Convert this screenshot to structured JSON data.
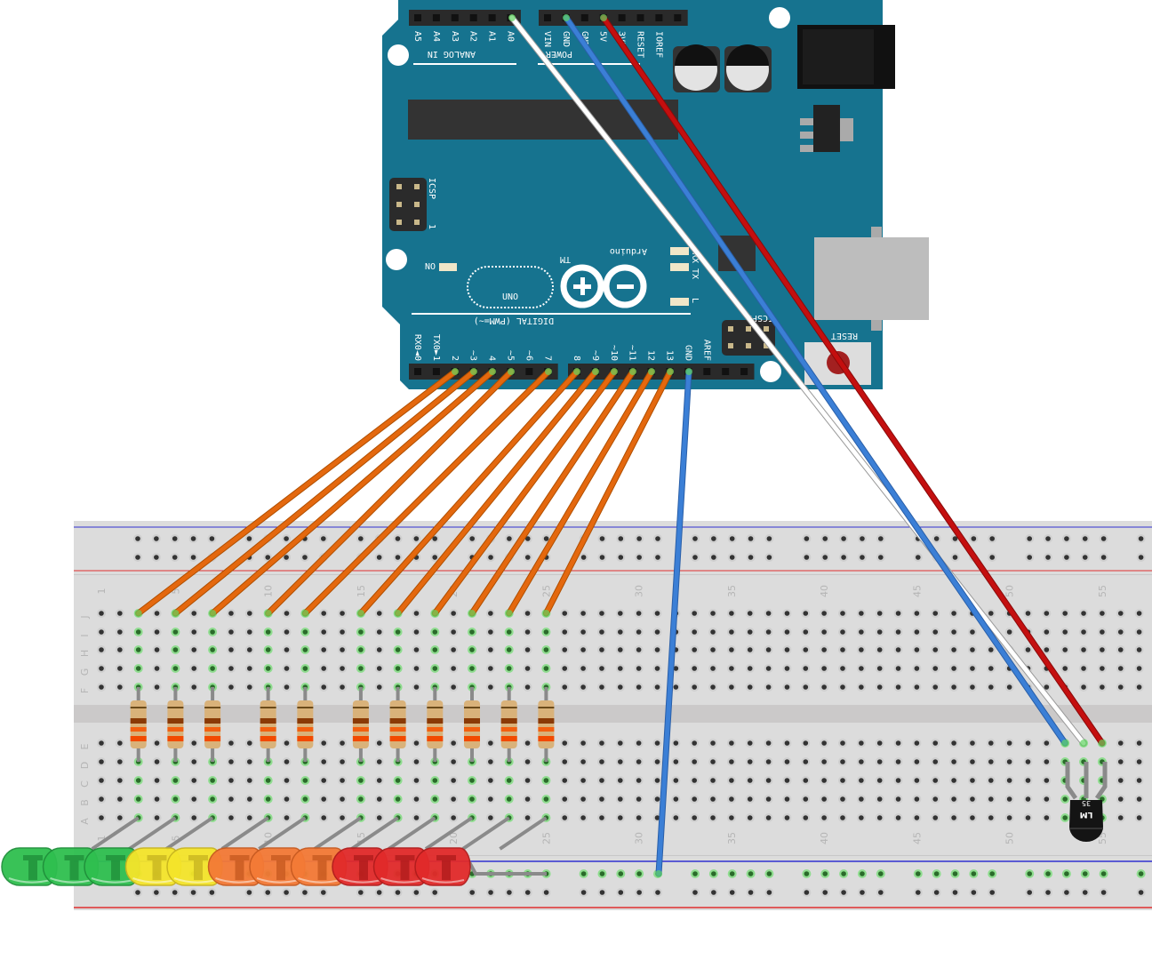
{
  "arduino": {
    "analog_header_labels": [
      "A5",
      "A4",
      "A3",
      "A2",
      "A1",
      "A0"
    ],
    "power_header_labels": [
      "VIN",
      "GND",
      "GND",
      "5V",
      "3V3",
      "RESET",
      "IOREF",
      ""
    ],
    "digital_header_labels": [
      "RX0◄0",
      "TX0►1",
      "2",
      "~3",
      "4",
      "~5",
      "~6",
      "7",
      "8",
      "~9",
      "~10",
      "~11",
      "12",
      "13",
      "GND",
      "AREF",
      "",
      ""
    ],
    "analog_in_label": "ANALOG IN",
    "power_label": "POWER",
    "digital_label": "DIGITAL (PWM=~)",
    "brand": "Arduino",
    "trademark": "TM",
    "model": "UNO",
    "icsp_label": "ICSP",
    "icsp2_label": "ICSP2",
    "icsp_pin1": "1",
    "on_label": "ON",
    "tx_label": "TX",
    "rx_label": "RX",
    "l_label": "L",
    "reset_label": "RESET",
    "board_color": "#16738f"
  },
  "breadboard": {
    "row_letters_top": [
      "J",
      "I",
      "H",
      "G",
      "F"
    ],
    "row_letters_bottom": [
      "E",
      "D",
      "C",
      "B",
      "A"
    ],
    "column_numbers": [
      "1",
      "5",
      "10",
      "15",
      "20",
      "25",
      "30",
      "35",
      "40",
      "45",
      "50",
      "55"
    ]
  },
  "sensor": {
    "label_line1": "LM",
    "label_line2": "35"
  },
  "leds": {
    "colors": [
      "green",
      "green",
      "green",
      "yellow",
      "yellow",
      "orange",
      "orange",
      "orange",
      "red",
      "red",
      "red"
    ]
  },
  "wires": {
    "orange": "#e4680e",
    "blue": "#3b7fd6",
    "red": "#c40f0f",
    "white": "#ffffff"
  }
}
